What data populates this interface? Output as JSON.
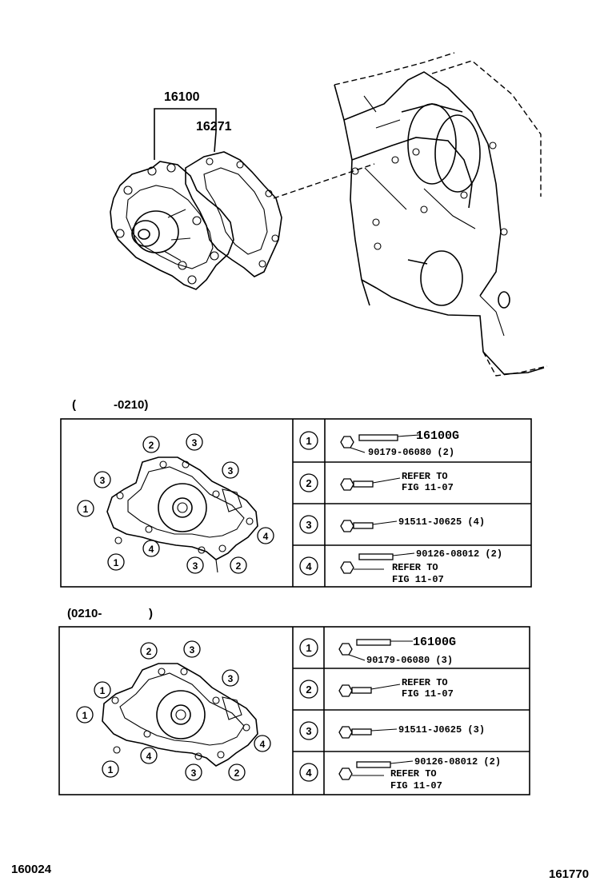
{
  "top": {
    "pump_part": "16100",
    "gasket_part": "16271"
  },
  "section1": {
    "header_open": "(",
    "header_range": "-0210)",
    "diagram_callouts": [
      "2",
      "3",
      "3",
      "3",
      "1",
      "4",
      "1",
      "3",
      "2",
      "4"
    ],
    "rows": [
      {
        "num": "1",
        "line1": "16100G",
        "line2": "90179-06080 (2)"
      },
      {
        "num": "2",
        "line1": "REFER TO",
        "line2": "FIG 11-07"
      },
      {
        "num": "3",
        "line1": "91511-J0625 (4)",
        "line2": ""
      },
      {
        "num": "4",
        "line1": "90126-08012 (2)",
        "line2": "REFER TO",
        "line3": "FIG 11-07"
      }
    ]
  },
  "section2": {
    "header_range": "(0210-",
    "header_close": ")",
    "diagram_callouts": [
      "2",
      "3",
      "1",
      "3",
      "1",
      "4",
      "1",
      "4",
      "3",
      "2"
    ],
    "rows": [
      {
        "num": "1",
        "line1": "16100G",
        "line2": "90179-06080 (3)"
      },
      {
        "num": "2",
        "line1": "REFER TO",
        "line2": "FIG 11-07"
      },
      {
        "num": "3",
        "line1": "91511-J0625 (3)",
        "line2": ""
      },
      {
        "num": "4",
        "line1": "90126-08012 (2)",
        "line2": "REFER TO",
        "line3": "FIG 11-07"
      }
    ]
  },
  "footer": {
    "left_code": "160024",
    "right_code": "161770"
  }
}
